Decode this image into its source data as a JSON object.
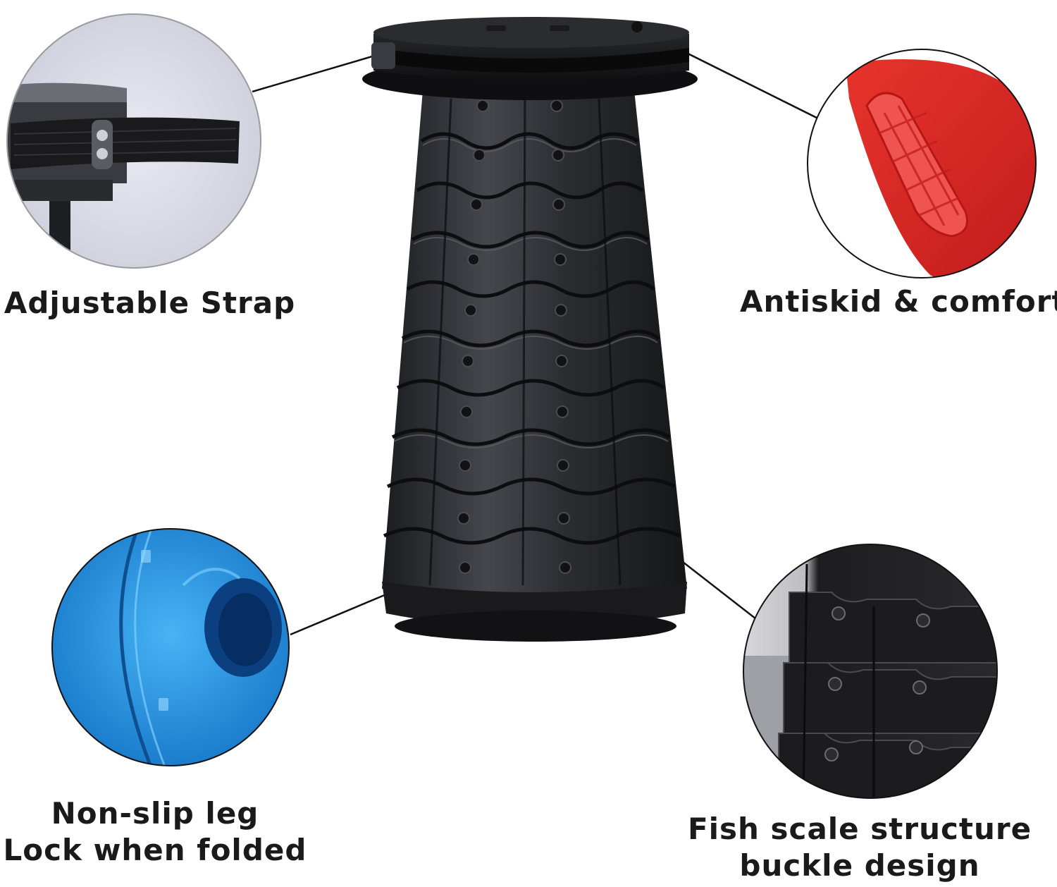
{
  "labels": {
    "adjustable_strap": "Adjustable Strap",
    "antiskid": "Antiskid & comfort",
    "nonslip_line1": "Non-slip leg",
    "nonslip_line2": "Lock when folded",
    "fish_line1": "Fish scale structure",
    "fish_line2": "buckle design"
  },
  "colors": {
    "stool_body": "#2a2b2e",
    "stool_seat": "#1c1c1e",
    "red_pad": "#e02a26",
    "blue_leg": "#2b9be8",
    "strap_bg": "#d9dbe6"
  },
  "icons": {
    "seat_detail": "adjustable-strap-detail-icon",
    "pad_detail": "antiskid-pad-detail-icon",
    "leg_detail": "nonslip-leg-detail-icon",
    "scale_detail": "fish-scale-detail-icon"
  }
}
